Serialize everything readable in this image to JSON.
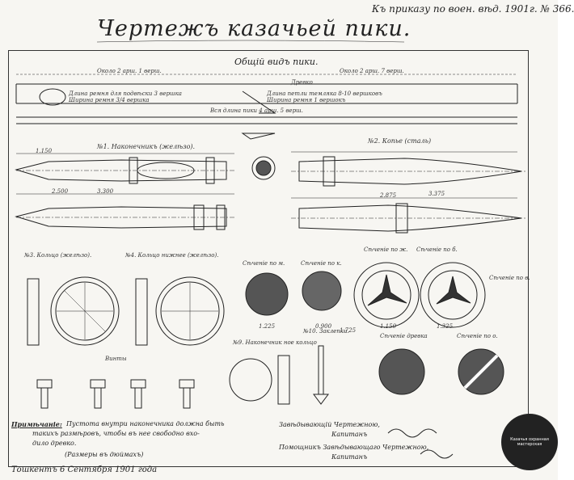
{
  "header": {
    "order_ref": "Къ приказу по воен. вѣд. 1901г. № 366.",
    "title": "Чертежъ казачьей пики."
  },
  "general": {
    "heading": "Общій видъ пики.",
    "left_dim": "Около 2 арш. 1 верш.",
    "right_dim": "Около 2 арш. 7 верш.",
    "shaft": "Древко",
    "strap1": "Длина ремня для подвѣски 3 вершка",
    "strap2": "Ширина ремня 3/4 вершка",
    "strap3": "Длина петли темляка 8-10 вершковъ",
    "strap4": "Ширина ремня 1 вершокъ",
    "total": "Вся длина пики 4 арш. 5 верш."
  },
  "parts": {
    "p1": "№1. Наконечникъ (желѣзо).",
    "p2": "№2. Копье (сталь)",
    "p3": "№3. Кольцо (желѣзо).",
    "p4": "№4. Кольцо нижнее (желѣзо).",
    "p9": "№9. Наконечник ное кольцо",
    "p10": "№10. Заклепки.",
    "screw": "Винты"
  },
  "sections": {
    "s1": "Сѣченіе по м.",
    "s2": "Сѣченіе по к.",
    "s3": "Сѣченіе по ж.",
    "s4": "Сѣченіе по б.",
    "s5": "Сѣченіе по в.",
    "s6": "Сѣченіе древка",
    "s7": "Сѣченіе по о."
  },
  "dims": {
    "d1": "2.500",
    "d2": "3.300",
    "d3": "1.150",
    "d4": "2.875",
    "d5": "3.375",
    "d6": "1.725",
    "d7": "1.225",
    "d8": "0.900",
    "d9": "1.150",
    "d10": "1.325"
  },
  "note": {
    "label": "Примѣчаніе:",
    "text1": "Пустота внутри наконечника должна быть",
    "text2": "такихъ размѣровъ, чтобы въ нее свободно вхо-",
    "text3": "дило древко.",
    "scale": "(Размеры въ дюймахъ)"
  },
  "signatures": {
    "s1": "Завѣдывающій Чертежною,",
    "s2": "Капитанъ",
    "s3": "Помощникъ Завѣдывающаго Чертежною,",
    "s4": "Капитанъ"
  },
  "footer": {
    "place": "Тошкентъ 6 Сентября 1901 года"
  },
  "stamp": {
    "text": "Казачья охранная мастерская"
  }
}
